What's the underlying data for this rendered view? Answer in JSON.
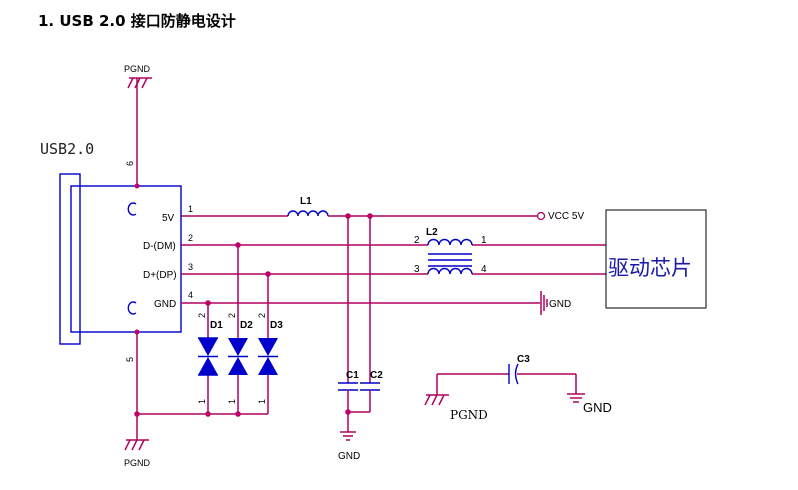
{
  "heading": "1. USB 2.0 接口防静电设计",
  "connector": {
    "title": "USB2.0",
    "pins": [
      {
        "num": "1",
        "label": "5V"
      },
      {
        "num": "2",
        "label": "D-(DM)"
      },
      {
        "num": "3",
        "label": "D+(DP)"
      },
      {
        "num": "4",
        "label": "GND"
      }
    ],
    "shell_top_pin": "6",
    "shell_bottom_pin": "5"
  },
  "pgnd_label": "PGND",
  "gnd_label": "GND",
  "inductor_l1": "L1",
  "choke_l2": {
    "name": "L2",
    "pin_a": "2",
    "pin_b": "1",
    "pin_c": "3",
    "pin_d": "4"
  },
  "vcc_label": "VCC 5V",
  "chip_label": "驱动芯片",
  "diodes": [
    {
      "name": "D1",
      "pin_top": "2",
      "pin_bottom": "1"
    },
    {
      "name": "D2",
      "pin_top": "2",
      "pin_bottom": "1"
    },
    {
      "name": "D3",
      "pin_top": "2",
      "pin_bottom": "1"
    }
  ],
  "capacitors": [
    "C1",
    "C2",
    "C3"
  ],
  "colors": {
    "wire": "#b00060",
    "component": "#0000cc",
    "chip_text": "#1a1aa8"
  }
}
